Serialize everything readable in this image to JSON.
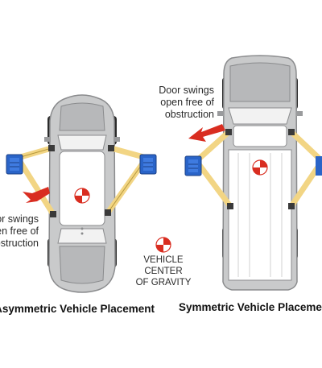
{
  "colors": {
    "car_body": "#c9cacb",
    "car_outline": "#8a8b8d",
    "glass": "#f2f2f2",
    "lift_arm": "#f2d584",
    "lift_post": "#2a64c8",
    "arrow": "#d92d20",
    "cg_red": "#d92d20"
  },
  "labels": {
    "door_swing_right": [
      "Door swings",
      "open free of",
      "obstruction"
    ],
    "door_swing_left": [
      "Door swings",
      "open free of",
      "obstruction"
    ],
    "cog": [
      "VEHICLE",
      "CENTER",
      "OF GRAVITY"
    ]
  },
  "captions": {
    "left": "Asymmetric Vehicle Placement",
    "right": "Symmetric Vehicle Placement"
  },
  "icons": {
    "cog_marker": "center-of-gravity-icon",
    "door_arrow": "red-arrow-icon"
  }
}
